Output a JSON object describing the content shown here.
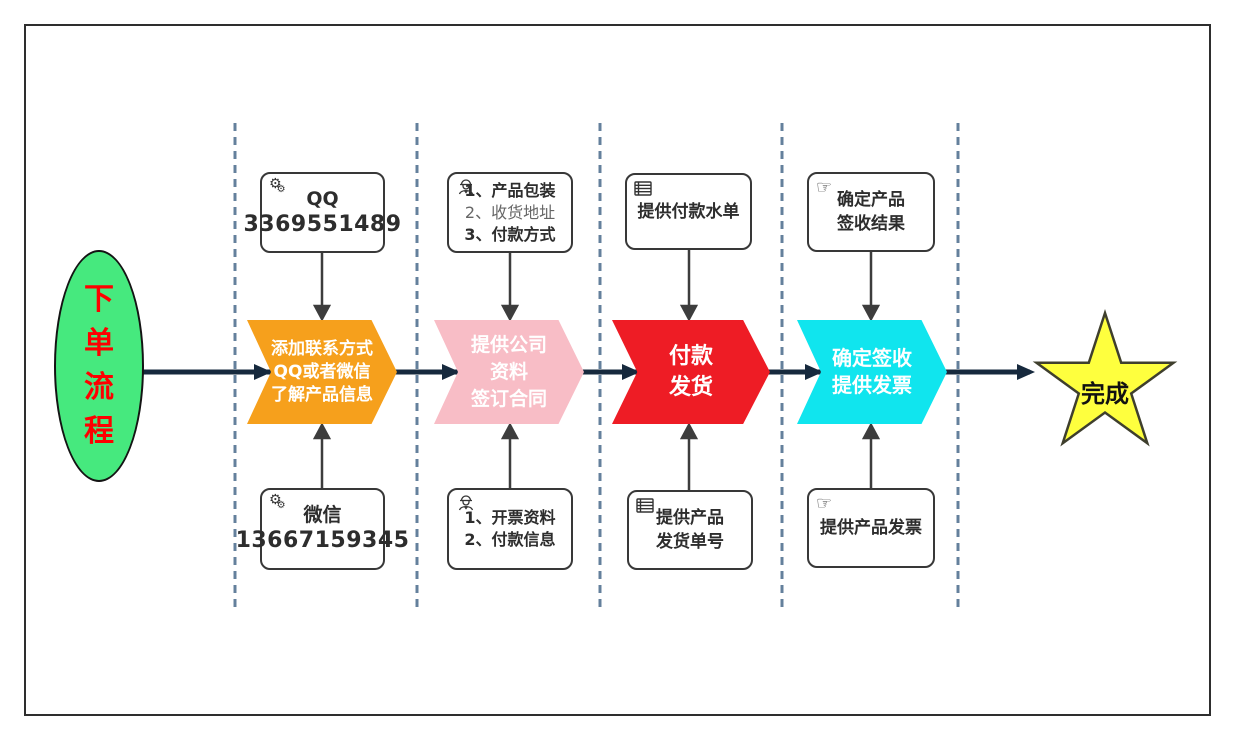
{
  "diagram_title": "下单流程",
  "start_node": {
    "shape": "ellipse",
    "label": "下单流程",
    "chars": [
      "下",
      "单",
      "流",
      "程"
    ],
    "fill": "#46e97e",
    "text_color": "#fe0000"
  },
  "stages": [
    {
      "chevron": {
        "fill": "#f6a01c",
        "lines": [
          "添加联系方式",
          "QQ或者微信",
          "了解产品信息"
        ]
      },
      "top_box": {
        "icon": "gears-icon",
        "lines": [
          "QQ",
          "3369551489"
        ]
      },
      "bottom_box": {
        "icon": "gears-icon",
        "lines": [
          "微信",
          "13667159345"
        ]
      }
    },
    {
      "chevron": {
        "fill": "#f8bdc6",
        "lines": [
          "提供公司",
          "资料",
          "签订合同"
        ]
      },
      "top_box": {
        "icon": "worker-icon",
        "lines": [
          "1、产品包装",
          "2、收货地址",
          "3、付款方式"
        ]
      },
      "bottom_box": {
        "icon": "worker-icon",
        "lines": [
          "1、开票资料",
          "2、付款信息"
        ]
      }
    },
    {
      "chevron": {
        "fill": "#ee1c25",
        "lines": [
          "付款",
          "发货"
        ]
      },
      "top_box": {
        "icon": "table-icon",
        "lines": [
          "提供付款水单"
        ]
      },
      "bottom_box": {
        "icon": "table-icon",
        "lines": [
          "提供产品",
          "发货单号"
        ]
      }
    },
    {
      "chevron": {
        "fill": "#10e5ee",
        "lines": [
          "确定签收",
          "提供发票"
        ]
      },
      "top_box": {
        "icon": "hand-icon",
        "lines": [
          "确定产品",
          "签收结果"
        ]
      },
      "bottom_box": {
        "icon": "hand-icon",
        "lines": [
          "提供产品发票"
        ]
      }
    }
  ],
  "end_node": {
    "shape": "star",
    "label": "完成",
    "fill": "#feff3e"
  },
  "colors": {
    "main_line": "#16293d",
    "dashed_guides": "#64809c",
    "box_border": "#383838",
    "outer_border": "#2e2e2e",
    "connector_arrows": "#3d3d3d"
  },
  "icons": {
    "gears-icon": "⚙",
    "worker-icon": "person-with-hat (svg shape)",
    "table-icon": "lined-table (svg shape)",
    "hand-icon": "☞"
  }
}
